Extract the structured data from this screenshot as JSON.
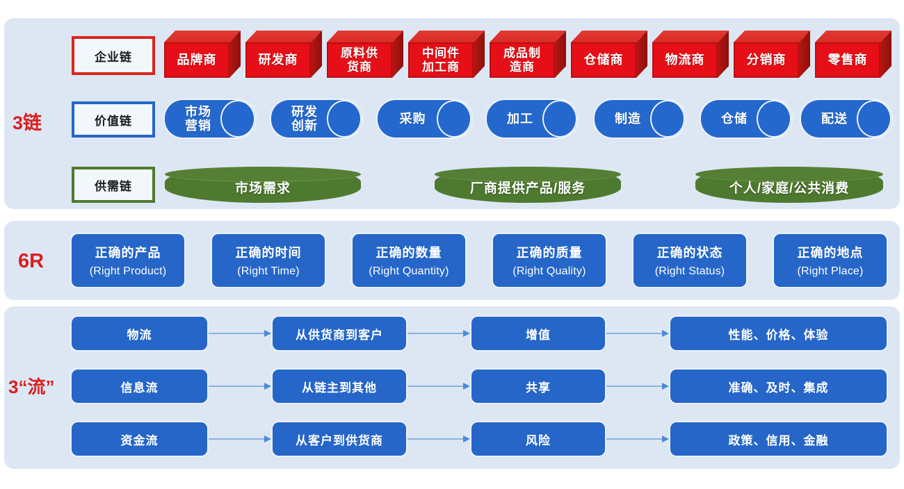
{
  "groups": {
    "chains_label": "3链",
    "six_r_label": "6R",
    "flows_label": "3“流”"
  },
  "chains": {
    "enterprise": {
      "key": "企业链",
      "nodes": [
        "品牌商",
        "研发商",
        "原料供\n货商",
        "中间件\n加工商",
        "成品制\n造商",
        "仓储商",
        "物流商",
        "分销商",
        "零售商"
      ]
    },
    "value": {
      "key": "价值链",
      "nodes": [
        "市场\n营销",
        "研发\n创新",
        "采购",
        "加工",
        "制造",
        "仓储",
        "配送"
      ]
    },
    "supply_demand": {
      "key": "供需链",
      "nodes": [
        "市场需求",
        "厂商提供产品/服务",
        "个人/家庭/公共消费"
      ]
    }
  },
  "six_r": {
    "items": [
      {
        "cn": "正确的产品",
        "en": "(Right Product)"
      },
      {
        "cn": "正确的时间",
        "en": "(Right Time)"
      },
      {
        "cn": "正确的数量",
        "en": "(Right Quantity)"
      },
      {
        "cn": "正确的质量",
        "en": "(Right Quality)"
      },
      {
        "cn": "正确的状态",
        "en": "(Right Status)"
      },
      {
        "cn": "正确的地点",
        "en": "(Right Place)"
      }
    ]
  },
  "flows": {
    "rows": [
      {
        "name": "物流",
        "direction": "从供货商到客户",
        "effect": "增值",
        "attributes": "性能、价格、体验"
      },
      {
        "name": "信息流",
        "direction": "从链主到其他",
        "effect": "共享",
        "attributes": "准确、及时、集成"
      },
      {
        "name": "资金流",
        "direction": "从客户到供货商",
        "effect": "风险",
        "attributes": "政策、信用、金融"
      }
    ]
  },
  "colors": {
    "panel_bg": "#dde7f3",
    "red": "#e60f17",
    "blue": "#2566c8",
    "green": "#4e7a2f",
    "label_red": "#d81f20",
    "arrow": "#88b0e4"
  }
}
